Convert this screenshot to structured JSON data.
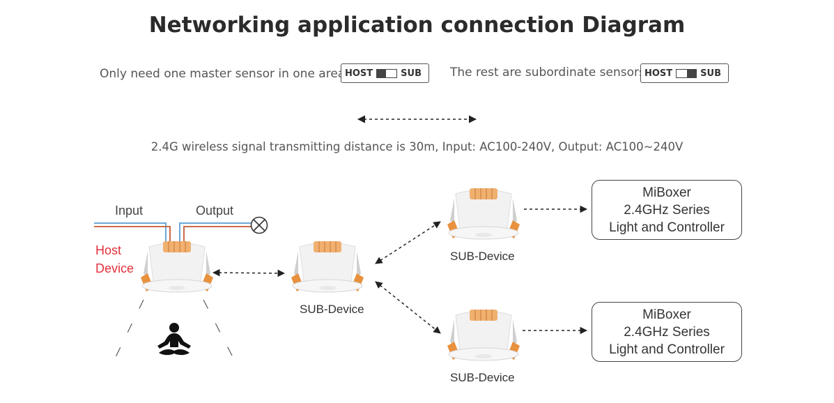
{
  "title": "Networking application connection Diagram",
  "master_caption": "Only need one master sensor in one area",
  "sub_caption": "The rest are subordinate sensors",
  "switch": {
    "host": "HOST",
    "sub": "SUB"
  },
  "info_line": "2.4G wireless signal transmitting distance is 30m,  Input: AC100-240V, Output: AC100~240V",
  "wiring": {
    "input": "Input",
    "output": "Output"
  },
  "host_device": {
    "line1": "Host",
    "line2": "Device"
  },
  "devices": [
    {
      "label": "SUB-Device"
    },
    {
      "label": "SUB-Device"
    },
    {
      "label": "SUB-Device"
    }
  ],
  "controller_boxes": [
    {
      "line1": "MiBoxer",
      "line2": "2.4GHz Series",
      "line3": "Light and Controller"
    },
    {
      "line1": "MiBoxer",
      "line2": "2.4GHz Series",
      "line3": "Light and Controller"
    }
  ],
  "icons": {
    "lamp": "lamp-cross-icon",
    "person": "meditating-person-icon",
    "sensor": "ceiling-sensor-icon"
  },
  "colors": {
    "host_red": "#e2303a",
    "wire_blue": "#6aa8d8",
    "wire_brown": "#c96a4a",
    "terminal_orange": "#e8a060"
  }
}
